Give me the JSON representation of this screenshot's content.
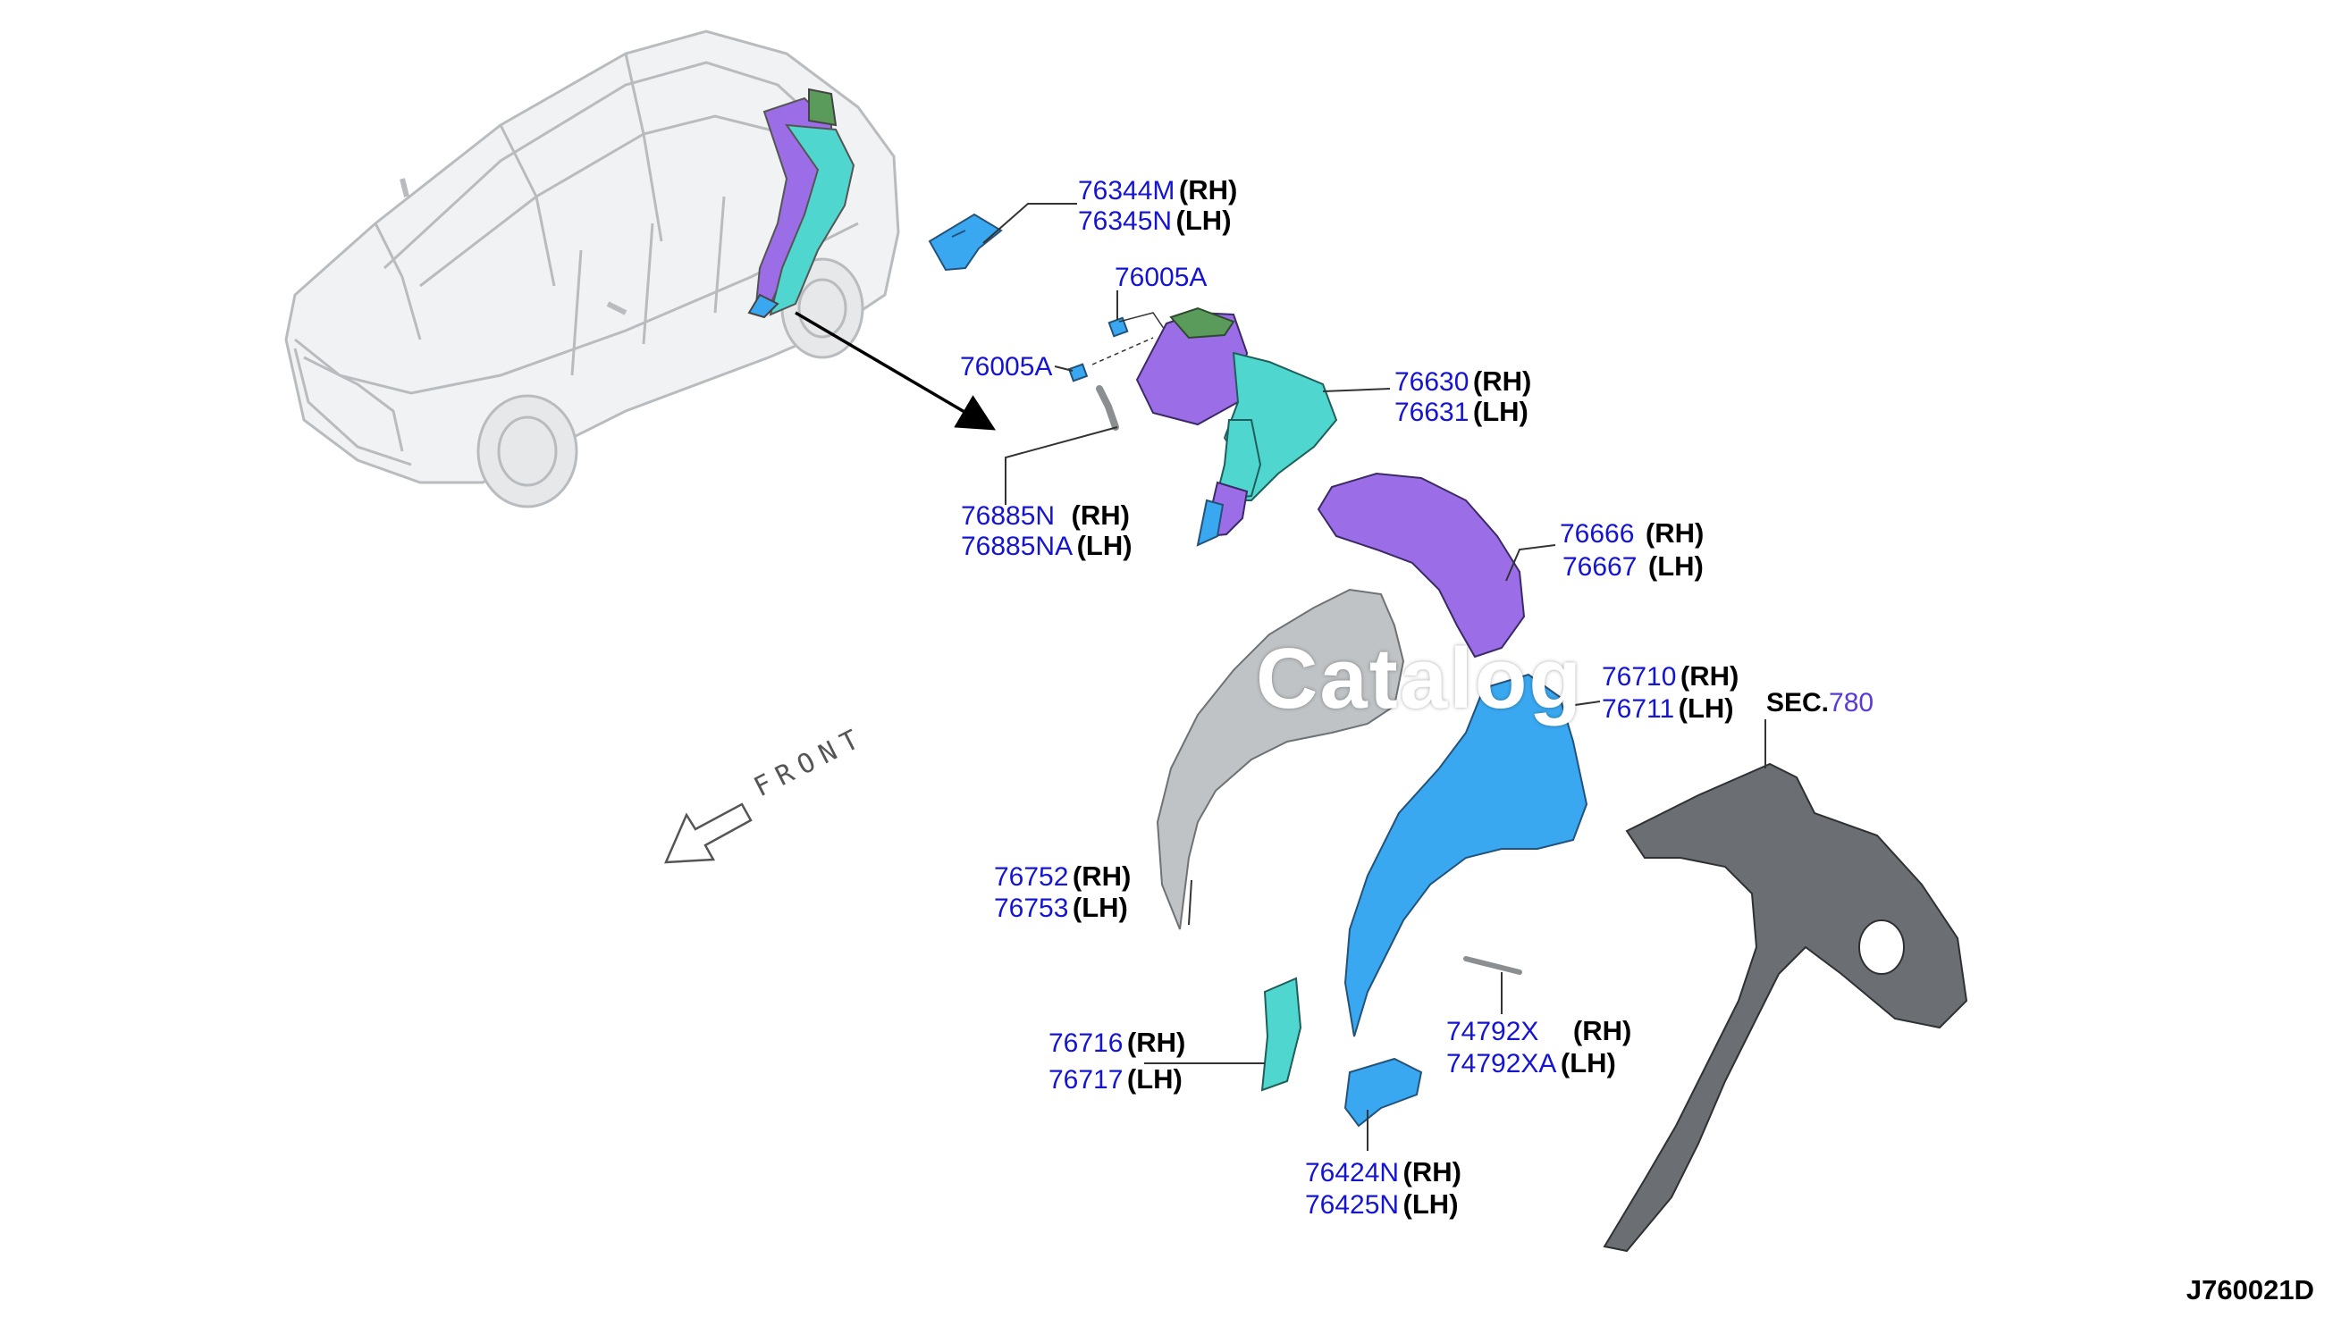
{
  "diagram_code": "J760021D",
  "front_label": "FRONT",
  "watermark": "Catalog",
  "section_ref": {
    "prefix": "SEC.",
    "number": "780"
  },
  "parts": [
    {
      "id": "p1",
      "number": "76344M",
      "side": "(RH)"
    },
    {
      "id": "p2",
      "number": "76345N",
      "side": "(LH)"
    },
    {
      "id": "p3",
      "number": "76005A",
      "side": ""
    },
    {
      "id": "p4",
      "number": "76005A",
      "side": ""
    },
    {
      "id": "p5",
      "number": "76630",
      "side": "(RH)"
    },
    {
      "id": "p6",
      "number": "76631",
      "side": "(LH)"
    },
    {
      "id": "p7",
      "number": "76885N",
      "side": "(RH)"
    },
    {
      "id": "p8",
      "number": "76885NA",
      "side": "(LH)"
    },
    {
      "id": "p9",
      "number": "76666",
      "side": "(RH)"
    },
    {
      "id": "p10",
      "number": "76667",
      "side": "(LH)"
    },
    {
      "id": "p11",
      "number": "76710",
      "side": "(RH)"
    },
    {
      "id": "p12",
      "number": "76711",
      "side": "(LH)"
    },
    {
      "id": "p13",
      "number": "76752",
      "side": "(RH)"
    },
    {
      "id": "p14",
      "number": "76753",
      "side": "(LH)"
    },
    {
      "id": "p15",
      "number": "76716",
      "side": "(RH)"
    },
    {
      "id": "p16",
      "number": "76717",
      "side": "(LH)"
    },
    {
      "id": "p17",
      "number": "74792X",
      "side": "(RH)"
    },
    {
      "id": "p18",
      "number": "74792XA",
      "side": "(LH)"
    },
    {
      "id": "p19",
      "number": "76424N",
      "side": "(RH)"
    },
    {
      "id": "p20",
      "number": "76425N",
      "side": "(LH)"
    }
  ],
  "colors": {
    "part_number": "#1414d2",
    "purple_part": "#9b6ee8",
    "teal_part": "#4fd6cf",
    "blue_part": "#3aa8f0",
    "green_part": "#5a9a5a",
    "gray_part": "#bfc3c5",
    "dark_panel": "#6b6e72"
  }
}
